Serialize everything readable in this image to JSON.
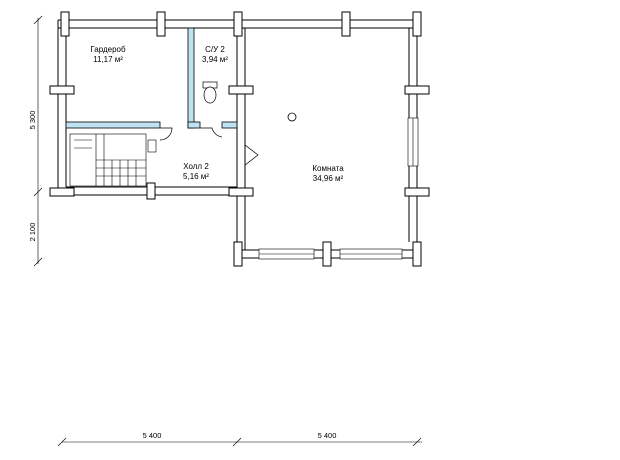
{
  "rooms": [
    {
      "name": "Гардероб",
      "area": "11,17 м²"
    },
    {
      "name": "С/У 2",
      "area": "3,94 м²"
    },
    {
      "name": "Холл 2",
      "area": "5,16 м²"
    },
    {
      "name": "Комната",
      "area": "34,96 м²"
    }
  ],
  "dimensions": {
    "left_upper": "5 300",
    "left_lower": "2 100",
    "bottom_left": "5 400",
    "bottom_right": "5 400"
  },
  "colors": {
    "wall": "#000000",
    "partition": "#bfe3f2",
    "background": "#ffffff"
  }
}
